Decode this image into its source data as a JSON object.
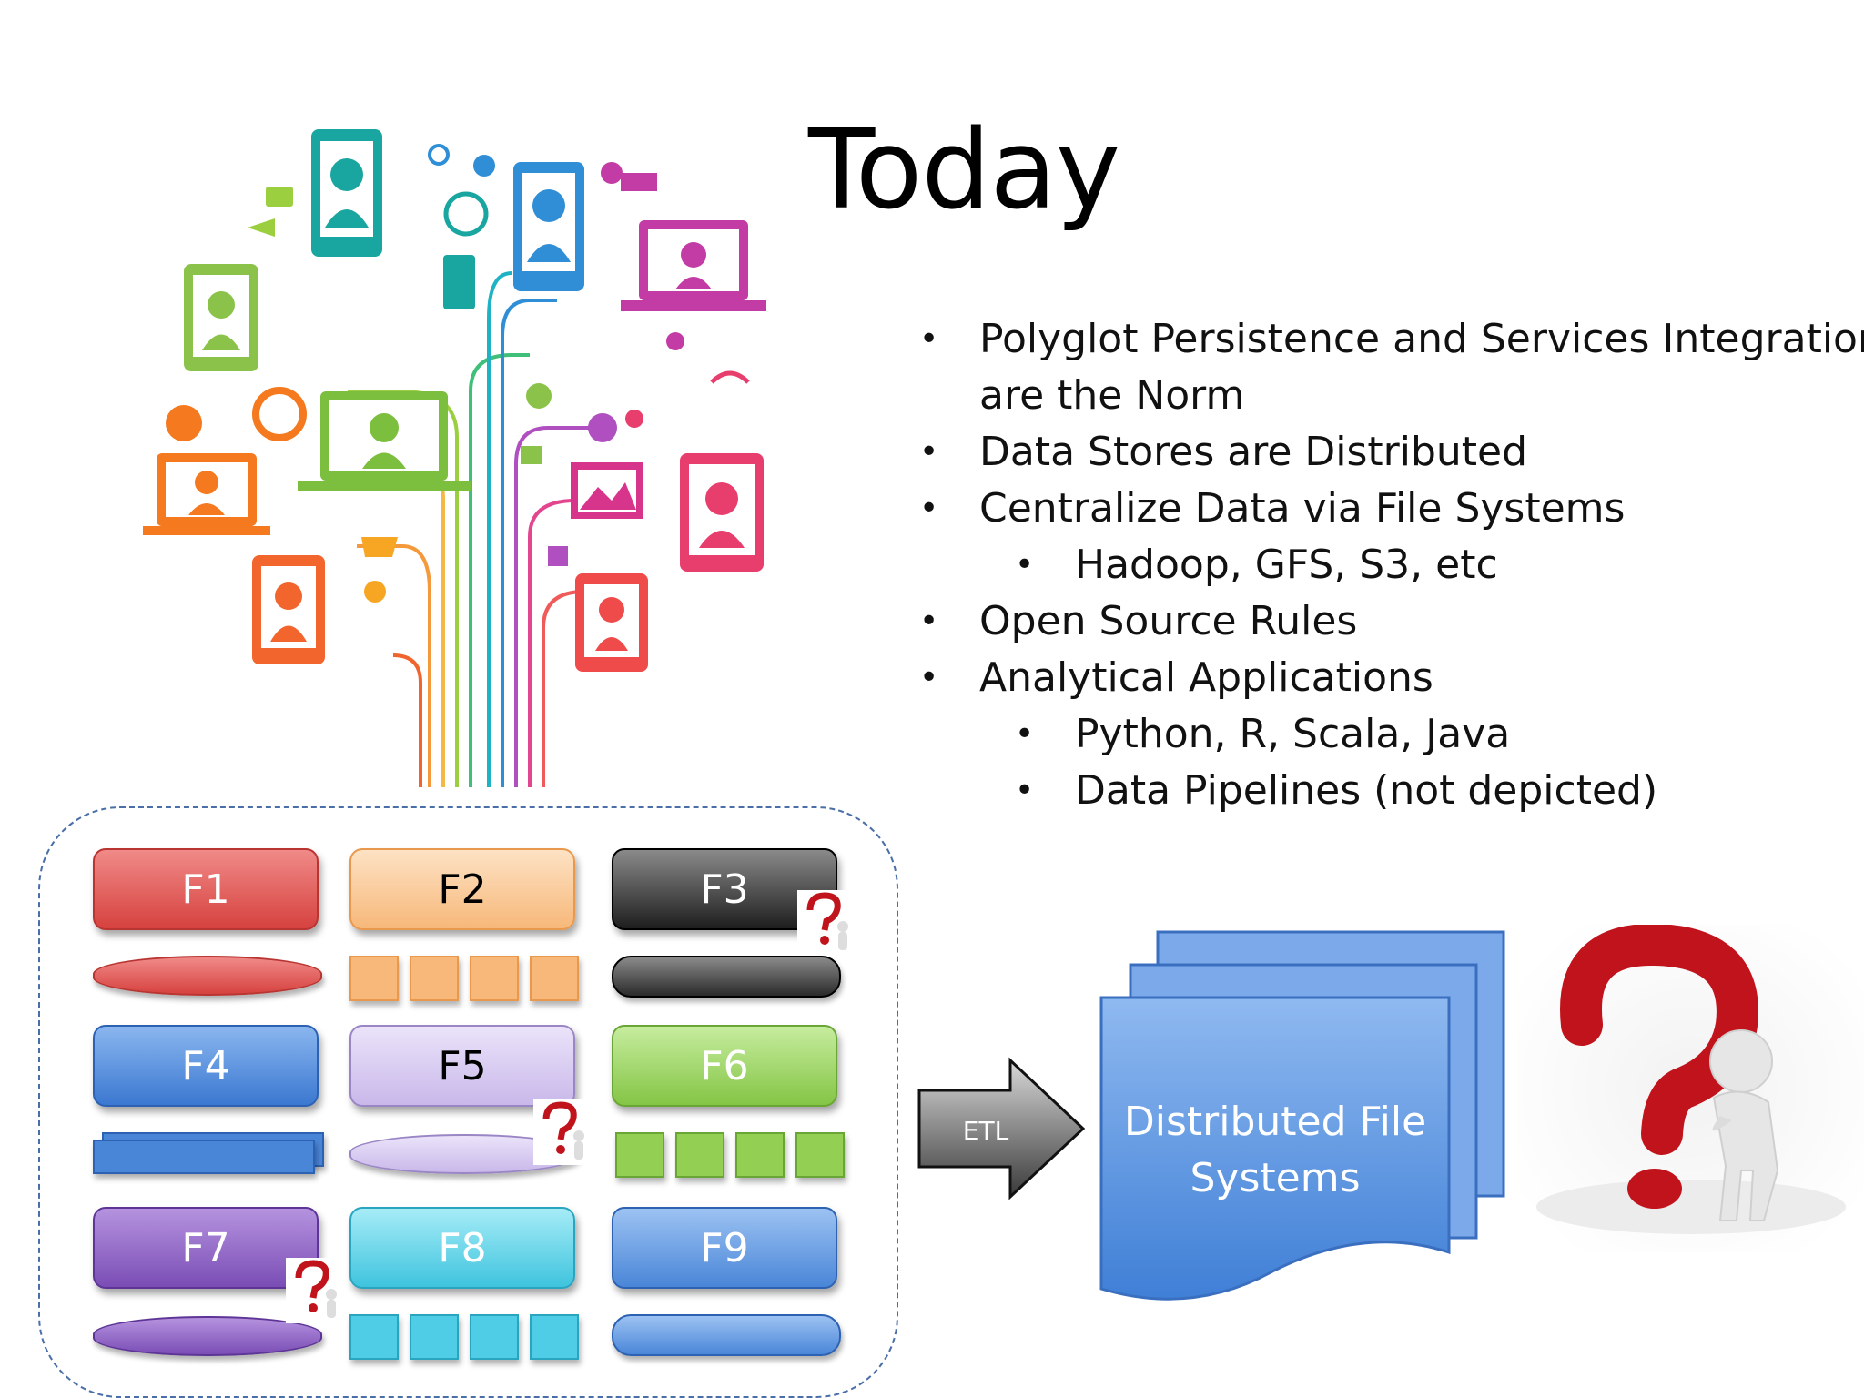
{
  "title": "Today",
  "bullets": [
    {
      "text": "Polyglot Persistence and Services Integration",
      "level": 1
    },
    {
      "text": "are the Norm",
      "level": 1,
      "continuation": true
    },
    {
      "text": "Data Stores are Distributed",
      "level": 1
    },
    {
      "text": "Centralize Data via File Systems",
      "level": 1
    },
    {
      "text": "Hadoop, GFS, S3, etc",
      "level": 2
    },
    {
      "text": "Open Source Rules",
      "level": 1
    },
    {
      "text": "Analytical Applications",
      "level": 1
    },
    {
      "text": "Python, R, Scala, Java",
      "level": 2
    },
    {
      "text": "Data Pipelines (not depicted)",
      "level": 2
    }
  ],
  "bullet_glyph": "•",
  "stores": {
    "f1": "F1",
    "f2": "F2",
    "f3": "F3",
    "f4": "F4",
    "f5": "F5",
    "f6": "F6",
    "f7": "F7",
    "f8": "F8",
    "f9": "F9"
  },
  "etl_label": "ETL",
  "dfs_label_line1": "Distributed File",
  "dfs_label_line2": "Systems",
  "colors": {
    "red": "#d9534f",
    "orange": "#f7b87a",
    "black": "#333333",
    "blue": "#4a86d8",
    "lavender": "#c9b8ea",
    "green": "#92cf52",
    "purple": "#8e62c2",
    "cyan": "#4fcde6",
    "lightblue": "#5a94e0",
    "dfs_blue": "#5b96e3",
    "qmark_red": "#c0131b"
  },
  "icons": [
    "social-tree-illustration",
    "question-person-icon",
    "etl-arrow-icon",
    "document-stack-icon"
  ]
}
